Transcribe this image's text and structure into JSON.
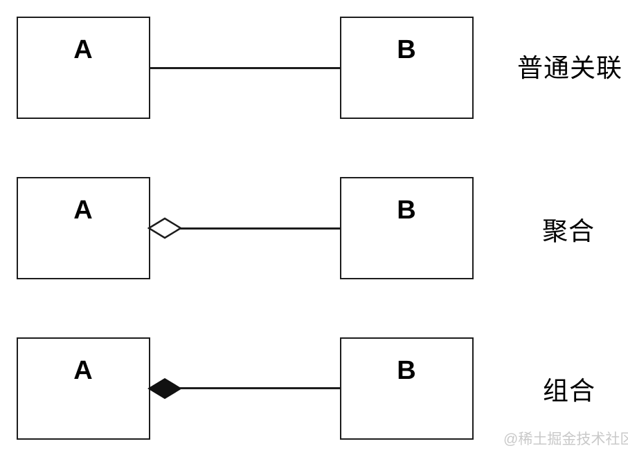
{
  "diagram": {
    "title_hint": "UML association types",
    "colors": {
      "background": "#ffffff",
      "line": "#1c1c1c",
      "text": "#000000",
      "watermark": "#c9c9c9"
    },
    "rows": [
      {
        "id": "association",
        "box_a_label": "A",
        "box_b_label": "B",
        "connector": "plain-line",
        "relation_label": "普通关联"
      },
      {
        "id": "aggregation",
        "box_a_label": "A",
        "box_b_label": "B",
        "connector": "hollow-diamond-line",
        "relation_label": "聚合"
      },
      {
        "id": "composition",
        "box_a_label": "A",
        "box_b_label": "B",
        "connector": "filled-diamond-line",
        "relation_label": "组合"
      }
    ],
    "watermark": "@稀土掘金技术社区"
  }
}
